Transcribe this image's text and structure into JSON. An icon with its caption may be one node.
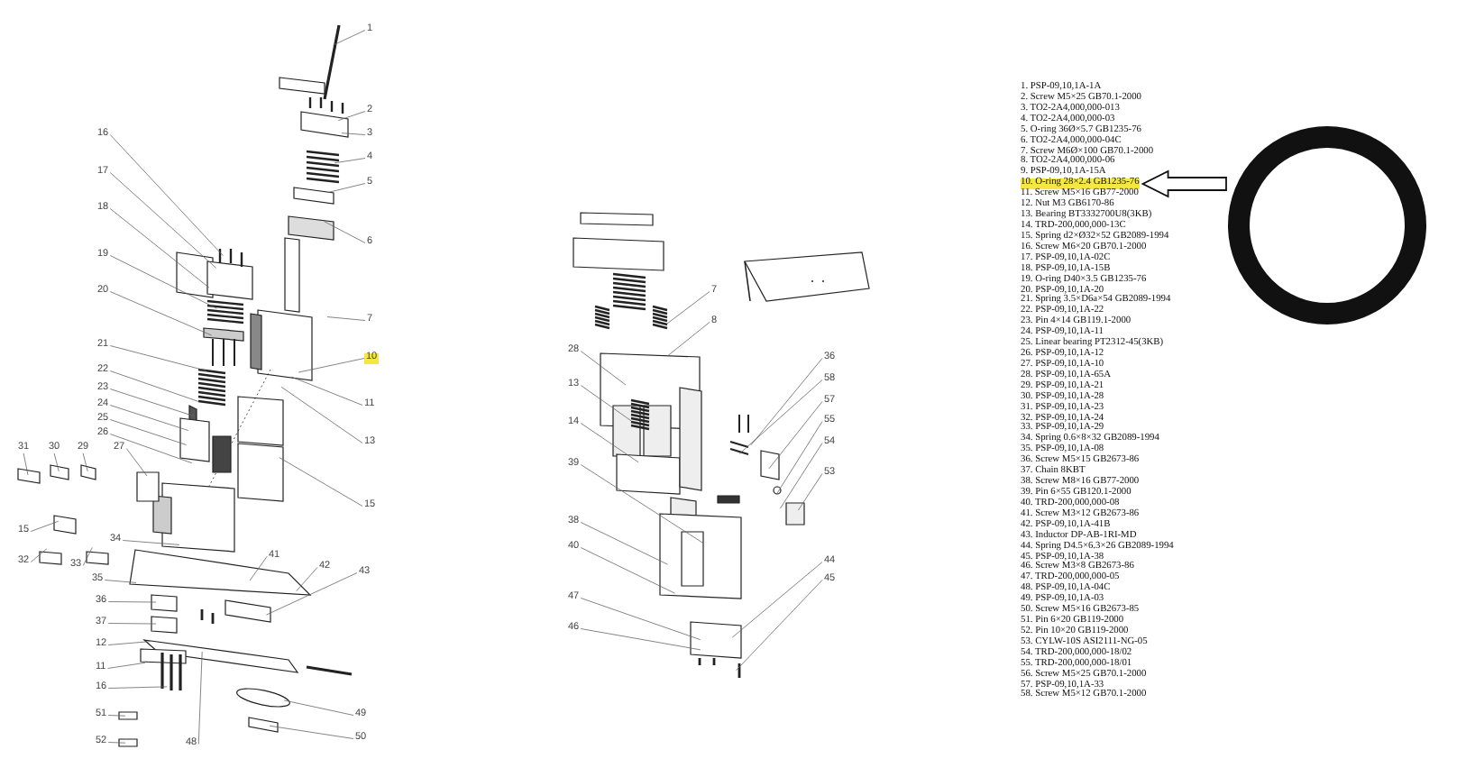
{
  "diagram": {
    "nodes": [
      {
        "text": [
          "1"
        ]
      },
      {
        "text": [
          "2"
        ]
      },
      {
        "text": [
          "3"
        ]
      },
      {
        "text": [
          "4"
        ]
      },
      {
        "text": [
          "5"
        ]
      },
      {
        "text": [
          "6"
        ]
      },
      {
        "text": [
          "7"
        ]
      },
      {
        "text": [
          "10"
        ]
      },
      {
        "text": [
          "11"
        ]
      },
      {
        "text": [
          "13"
        ]
      },
      {
        "text": [
          "15"
        ]
      },
      {
        "text": [
          "16"
        ]
      },
      {
        "text": [
          "17"
        ]
      },
      {
        "text": [
          "18"
        ]
      },
      {
        "text": [
          "19"
        ]
      },
      {
        "text": [
          "20"
        ]
      },
      {
        "text": [
          "21"
        ]
      },
      {
        "text": [
          "22"
        ]
      },
      {
        "text": [
          "23"
        ]
      },
      {
        "text": [
          "24"
        ]
      },
      {
        "text": [
          "25"
        ]
      },
      {
        "text": [
          "26"
        ]
      },
      {
        "text": [
          "27"
        ]
      },
      {
        "text": [
          "31"
        ]
      },
      {
        "text": [
          "30"
        ]
      },
      {
        "text": [
          "29"
        ]
      },
      {
        "text": [
          "15"
        ]
      },
      {
        "text": [
          "32"
        ]
      },
      {
        "text": [
          "33"
        ]
      },
      {
        "text": [
          "34"
        ]
      },
      {
        "text": [
          "35"
        ]
      },
      {
        "text": [
          "36"
        ]
      },
      {
        "text": [
          "37"
        ]
      },
      {
        "text": [
          "12"
        ]
      },
      {
        "text": [
          "11"
        ]
      },
      {
        "text": [
          "16"
        ]
      },
      {
        "text": [
          "51"
        ]
      },
      {
        "text": [
          "52"
        ]
      },
      {
        "text": [
          "48"
        ]
      },
      {
        "text": [
          "41"
        ]
      },
      {
        "text": [
          "42"
        ]
      },
      {
        "text": [
          "43"
        ]
      },
      {
        "text": [
          "49"
        ]
      },
      {
        "text": [
          "50"
        ]
      },
      {
        "text": [
          "7"
        ]
      },
      {
        "text": [
          "8"
        ]
      },
      {
        "text": [
          "28"
        ]
      },
      {
        "text": [
          "13"
        ]
      },
      {
        "text": [
          "14"
        ]
      },
      {
        "text": [
          "39"
        ]
      },
      {
        "text": [
          "38"
        ]
      },
      {
        "text": [
          "40"
        ]
      },
      {
        "text": [
          "47"
        ]
      },
      {
        "text": [
          "46"
        ]
      },
      {
        "text": [
          "36"
        ]
      },
      {
        "text": [
          "58"
        ]
      },
      {
        "text": [
          "57"
        ]
      },
      {
        "text": [
          "55"
        ]
      },
      {
        "text": [
          "54"
        ]
      },
      {
        "text": [
          "53"
        ]
      },
      {
        "text": [
          "44"
        ]
      },
      {
        "text": [
          "45"
        ]
      },
      {
        "text": [
          "10. O-ring 28×2.4 GB1235-76"
        ]
      },
      {
        "text": [],
        "shape": "circle"
      }
    ],
    "edges": [
      {
        "from": 0,
        "to": null,
        "arrow": "none"
      },
      {
        "from": 1,
        "to": null,
        "arrow": "none"
      },
      {
        "from": 2,
        "to": null,
        "arrow": "none"
      },
      {
        "from": 3,
        "to": null,
        "arrow": "none"
      },
      {
        "from": 4,
        "to": null,
        "arrow": "none"
      },
      {
        "from": 5,
        "to": null,
        "arrow": "none"
      },
      {
        "from": 6,
        "to": null,
        "arrow": "none"
      },
      {
        "from": 7,
        "to": null,
        "arrow": "none"
      },
      {
        "from": 8,
        "to": null,
        "arrow": "none"
      },
      {
        "from": 9,
        "to": null,
        "arrow": "none"
      },
      {
        "from": 10,
        "to": null,
        "arrow": "none"
      },
      {
        "from": 11,
        "to": null,
        "arrow": "none"
      },
      {
        "from": 12,
        "to": null,
        "arrow": "none"
      },
      {
        "from": 13,
        "to": null,
        "arrow": "none"
      },
      {
        "from": 14,
        "to": null,
        "arrow": "none"
      },
      {
        "from": 15,
        "to": null,
        "arrow": "none"
      },
      {
        "from": 16,
        "to": null,
        "arrow": "none"
      },
      {
        "from": 17,
        "to": null,
        "arrow": "none"
      },
      {
        "from": 18,
        "to": null,
        "arrow": "none"
      },
      {
        "from": 19,
        "to": null,
        "arrow": "none"
      },
      {
        "from": 20,
        "to": null,
        "arrow": "none"
      },
      {
        "from": 21,
        "to": null,
        "arrow": "none"
      },
      {
        "from": 22,
        "to": null,
        "arrow": "none"
      },
      {
        "from": 23,
        "to": null,
        "arrow": "none"
      },
      {
        "from": 24,
        "to": null,
        "arrow": "none"
      },
      {
        "from": 25,
        "to": null,
        "arrow": "none"
      },
      {
        "from": 26,
        "to": null,
        "arrow": "none"
      },
      {
        "from": 27,
        "to": null,
        "arrow": "none"
      },
      {
        "from": 28,
        "to": null,
        "arrow": "none"
      },
      {
        "from": 29,
        "to": null,
        "arrow": "none"
      },
      {
        "from": 30,
        "to": null,
        "arrow": "none"
      },
      {
        "from": 31,
        "to": null,
        "arrow": "none"
      },
      {
        "from": 32,
        "to": null,
        "arrow": "none"
      },
      {
        "from": 33,
        "to": null,
        "arrow": "none"
      },
      {
        "from": 34,
        "to": null,
        "arrow": "none"
      },
      {
        "from": 35,
        "to": null,
        "arrow": "none"
      },
      {
        "from": 36,
        "to": null,
        "arrow": "none"
      },
      {
        "from": 37,
        "to": null,
        "arrow": "none"
      },
      {
        "from": 38,
        "to": null,
        "arrow": "none"
      },
      {
        "from": 39,
        "to": null,
        "arrow": "none"
      },
      {
        "from": 40,
        "to": null,
        "arrow": "none"
      },
      {
        "from": 41,
        "to": null,
        "arrow": "none"
      },
      {
        "from": 42,
        "to": null,
        "arrow": "none"
      },
      {
        "from": 43,
        "to": null,
        "arrow": "none"
      },
      {
        "from": 44,
        "to": null,
        "arrow": "none"
      },
      {
        "from": 45,
        "to": null,
        "arrow": "none"
      },
      {
        "from": 46,
        "to": null,
        "arrow": "none"
      },
      {
        "from": 47,
        "to": null,
        "arrow": "none"
      },
      {
        "from": 48,
        "to": null,
        "arrow": "none"
      },
      {
        "from": 49,
        "to": null,
        "arrow": "none"
      },
      {
        "from": 50,
        "to": null,
        "arrow": "none"
      },
      {
        "from": 51,
        "to": null,
        "arrow": "none"
      },
      {
        "from": 52,
        "to": null,
        "arrow": "none"
      },
      {
        "from": 53,
        "to": null,
        "arrow": "none"
      },
      {
        "from": 54,
        "to": null,
        "arrow": "none"
      },
      {
        "from": 55,
        "to": null,
        "arrow": "none"
      },
      {
        "from": 56,
        "to": null,
        "arrow": "none"
      },
      {
        "from": 57,
        "to": null,
        "arrow": "none"
      },
      {
        "from": 58,
        "to": null,
        "arrow": "none"
      },
      {
        "from": 59,
        "to": null,
        "arrow": "none"
      },
      {
        "from": 60,
        "to": null,
        "arrow": "none"
      },
      {
        "from": 61,
        "to": null,
        "arrow": "none"
      },
      {
        "from": 63,
        "to": 62,
        "arrow": "to"
      }
    ],
    "labels": [
      "1. PSP-09,10,1A-1A",
      "2. Screw M5×25 GB70.1-2000",
      "3. TO2-2A4,000,000-013",
      "4. TO2-2A4,000,000-03",
      "5. O-ring 36Ø×5.7 GB1235-76",
      "6. TO2-2A4,000,000-04C",
      "7. Screw M6Ø×100 GB70.1-2000",
      "8. TO2-2A4,000,000-06",
      "9. PSP-09,10,1A-15A",
      "11. Screw M5×16 GB77-2000",
      "12. Nut M3 GB6170-86",
      "13. Bearing BT3332700U8(3KB)",
      "14. TRD-200,000,000-13C",
      "15. Spring d2×Ø32×52 GB2089-1994",
      "16. Screw M6×20 GB70.1-2000",
      "17. PSP-09,10,1A-02C",
      "18. PSP-09,10,1A-15B",
      "19. O-ring D40×3.5 GB1235-76",
      "20. PSP-09,10,1A-20",
      "21. Spring 3.5×D6a×54 GB2089-1994",
      "22. PSP-09,10,1A-22",
      "23. Pin 4×14 GB119.1-2000",
      "24. PSP-09,10,1A-11",
      "25. Linear bearing PT2312-45(3KB)",
      "26. PSP-09,10,1A-12",
      "27. PSP-09,10,1A-10",
      "28. PSP-09,10,1A-65A",
      "29. PSP-09,10,1A-21",
      "30. PSP-09,10,1A-28",
      "31. PSP-09,10,1A-23",
      "32. PSP-09,10,1A-24",
      "33. PSP-09,10,1A-29",
      "34. Spring 0.6×8×32 GB2089-1994",
      "35. PSP-09,10,1A-08",
      "36. Screw M5×15 GB2673-86",
      "37. Chain 8KBT",
      "38. Screw M8×16 GB77-2000",
      "39. Pin 6×55 GB120.1-2000",
      "40. TRD-200,000,000-08",
      "41. Screw M3×12 GB2673-86",
      "42. PSP-09,10,1A-41B",
      "43. Inductor DP-AB-1RI-MD",
      "44. Spring D4.5×6.3×26 GB2089-1994",
      "45. PSP-09,10,1A-38",
      "46. Screw M3×8 GB2673-86",
      "47. TRD-200,000,000-05",
      "48. PSP-09,10,1A-04C",
      "49. PSP-09,10,1A-03",
      "50. Screw M5×16 GB2673-85",
      "51. Pin 6×20 GB119-2000",
      "52. Pin 10×20 GB119-2000",
      "53. CYLW-10S ASI2111-NG-05",
      "54. TRD-200,000,000-18/02",
      "55. TRD-200,000,000-18/01",
      "56. Screw M5×25 GB70.1-2000",
      "57. PSP-09,10,1A-33",
      "58. Screw M5×12 GB70.1-2000"
    ]
  }
}
